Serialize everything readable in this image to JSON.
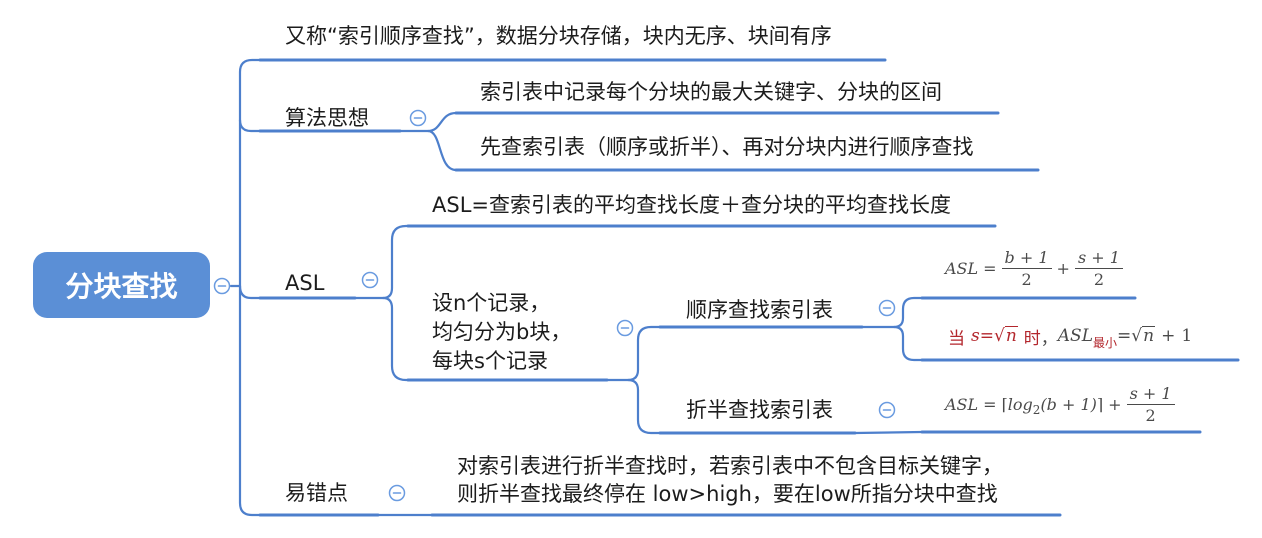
{
  "colors": {
    "root_fill": "#5b8fd6",
    "line": "#4d7fcc",
    "icon": "#6a9be0",
    "text": "#1c1c1c",
    "formula": "#4a4a4a",
    "highlight": "#b3262c"
  },
  "icons": {
    "collapse": "minus-circle-icon"
  },
  "root": {
    "label": "分块查找"
  },
  "branches": {
    "alias": {
      "label": "又称“索引顺序查找”，数据分块存储，块内无序、块间有序"
    },
    "idea": {
      "label": "算法思想",
      "children": [
        "索引表中记录每个分块的最大关键字、分块的区间",
        "先查索引表（顺序或折半）、再对分块内进行顺序查找"
      ]
    },
    "asl": {
      "label": "ASL",
      "definition": "ASL=查索引表的平均查找长度＋查分块的平均查找长度",
      "setup": {
        "lines": [
          "设n个记录，",
          "均匀分为b块，",
          "每块s个记录"
        ],
        "sequential": {
          "label": "顺序查找索引表",
          "formula": {
            "lhs": "ASL",
            "eq": "=",
            "term1": {
              "num": "b + 1",
              "den": "2"
            },
            "plus": "+",
            "term2": {
              "num": "s + 1",
              "den": "2"
            }
          },
          "optimum": {
            "when": "当",
            "var": "s",
            "eq": "=",
            "radical": "√",
            "radicand": "n",
            "then": "时",
            "comma": "，",
            "lhs": "ASL",
            "subscript": "最小",
            "eq2": "=",
            "radicand2": "n",
            "plus": "+",
            "one": "1"
          }
        },
        "binary": {
          "label": "折半查找索引表",
          "formula": {
            "lhs": "ASL",
            "eq": "=",
            "ceil_open": "⌈",
            "log": "log",
            "base": "2",
            "arg": "(b + 1)",
            "ceil_close": "⌉",
            "plus": "+",
            "term": {
              "num": "s + 1",
              "den": "2"
            }
          }
        }
      }
    },
    "pitfall": {
      "label": "易错点",
      "lines": [
        "对索引表进行折半查找时，若索引表中不包含目标关键字，",
        "则折半查找最终停在 low>high，要在low所指分块中查找"
      ]
    }
  }
}
